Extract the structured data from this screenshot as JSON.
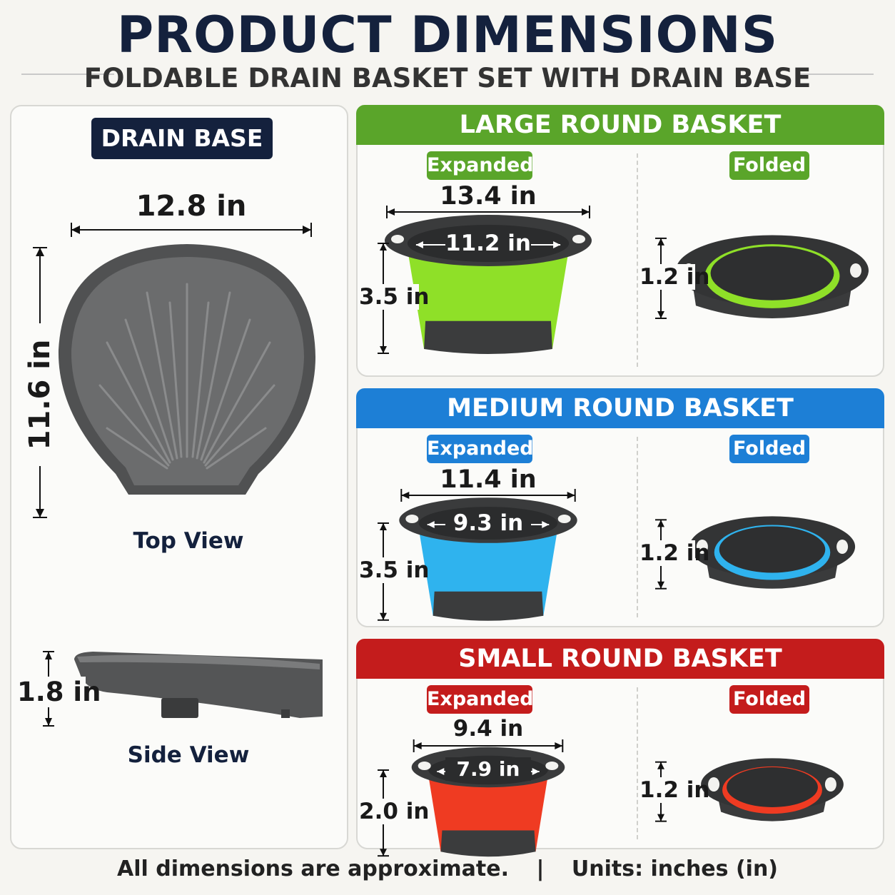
{
  "title": "PRODUCT DIMENSIONS",
  "subtitle": "FOLDABLE DRAIN BASKET SET WITH DRAIN BASE",
  "drain_base": {
    "tag": "DRAIN BASE",
    "width": "12.8 in",
    "depth": "11.6 in",
    "height": "1.8 in",
    "top_view_label": "Top View",
    "side_view_label": "Side View"
  },
  "baskets": [
    {
      "title": "LARGE ROUND BASKET",
      "color": "#5aa52a",
      "body_color": "#8fe028",
      "expanded_label": "Expanded",
      "folded_label": "Folded",
      "outer": "13.4 in",
      "inner": "11.2 in",
      "height": "3.5 in",
      "folded_height": "1.2 in"
    },
    {
      "title": "MEDIUM ROUND BASKET",
      "color": "#1d7fd6",
      "body_color": "#2fb3ee",
      "expanded_label": "Expanded",
      "folded_label": "Folded",
      "outer": "11.4 in",
      "inner": "9.3 in",
      "height": "3.5 in",
      "folded_height": "1.2 in"
    },
    {
      "title": "SMALL ROUND BASKET",
      "color": "#c41c1c",
      "body_color": "#ef3b22",
      "expanded_label": "Expanded",
      "folded_label": "Folded",
      "outer": "9.4 in",
      "inner": "7.9 in",
      "height": "2.0 in",
      "folded_height": "1.2 in"
    }
  ],
  "footer": {
    "note": "All dimensions are approximate.",
    "separator": "|",
    "units": "Units: inches (in)"
  }
}
